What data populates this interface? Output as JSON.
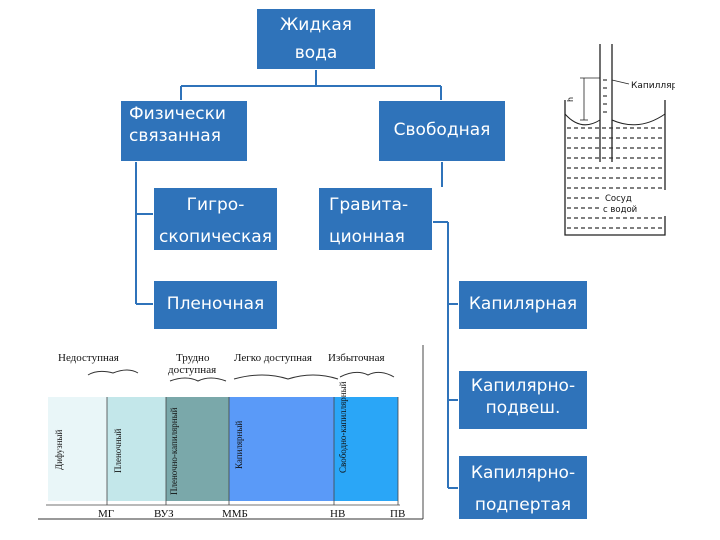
{
  "nodes": {
    "root": [
      "Жидкая",
      "вода"
    ],
    "bound": [
      "Физически",
      "связанная"
    ],
    "free": "Свободная",
    "hygro": [
      "Гигро-",
      "скопическая"
    ],
    "grav": [
      "Гравита-",
      "ционная"
    ],
    "film": "Пленочная",
    "capillary": "Капилярная",
    "cap_suspended": [
      "Капилярно-",
      "подвеш."
    ],
    "cap_supported": [
      "Капилярно-",
      "подпертая"
    ]
  },
  "capillary_figure": {
    "capillary_label": "Капилляр",
    "height_label": "h",
    "vessel_label": [
      "Сосуд",
      "с водой"
    ]
  },
  "moisture_chart": {
    "top_labels": [
      "Недоступная",
      "Трудно",
      "доступная",
      "Легко доступная",
      "Избыточная"
    ],
    "zone_labels": [
      "Дифузный",
      "Пленочный",
      "Пленочно-капилярный",
      "Капилярный",
      "Свободно-капиллярный"
    ],
    "bottom_labels": [
      "МГ",
      "ВУЗ",
      "ММБ",
      "НВ",
      "ПВ"
    ]
  },
  "colors": {
    "box_fill": "#2f73ba",
    "box_border": "#ffffff",
    "connector": "#2f73ba",
    "zone_1": "#e9f6f8",
    "zone_2": "#c3e7ea",
    "zone_3": "#7aa8aa",
    "zone_4": "#5a9af8",
    "zone_5": "#2aa6f7"
  }
}
